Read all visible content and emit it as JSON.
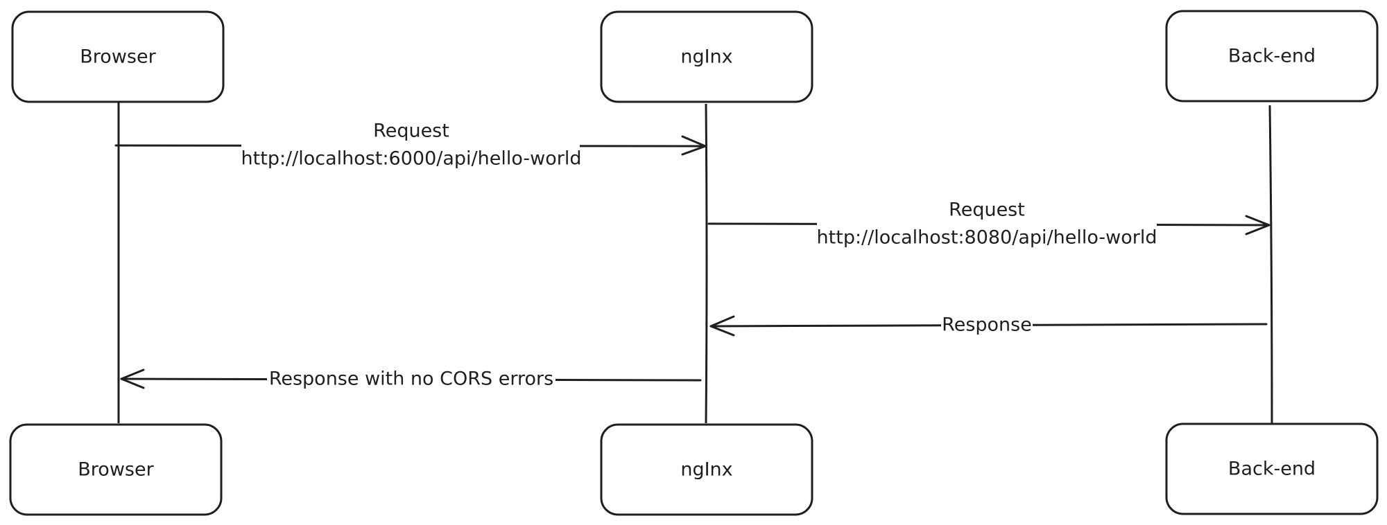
{
  "participants": {
    "browser": "Browser",
    "nginx": "ngInx",
    "backend": "Back-end"
  },
  "messages": {
    "m1_line1": "Request",
    "m1_line2": "http://localhost:6000/api/hello-world",
    "m2_line1": "Request",
    "m2_line2": "http://localhost:8080/api/hello-world",
    "m3": "Response",
    "m4": "Response with no CORS errors"
  }
}
